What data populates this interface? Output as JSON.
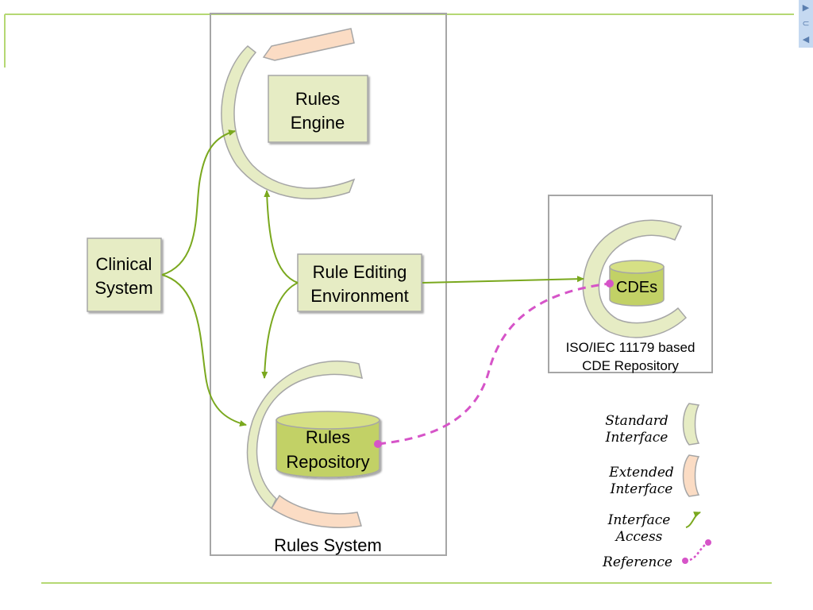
{
  "nodes": {
    "rules_engine": [
      "Rules",
      "Engine"
    ],
    "rule_editing": [
      "Rule Editing",
      "Environment"
    ],
    "clinical_system": [
      "Clinical",
      "System"
    ],
    "rules_repository": [
      "Rules",
      "Repository"
    ],
    "cdes": "CDEs"
  },
  "containers": {
    "rules_system": "Rules System",
    "cde_repository": [
      "ISO/IEC 11179 based",
      "CDE Repository"
    ]
  },
  "legend": {
    "standard_interface": [
      "Standard",
      "Interface"
    ],
    "extended_interface": [
      "Extended",
      "Interface"
    ],
    "interface_access": [
      "Interface",
      "Access"
    ],
    "reference": "Reference"
  },
  "colors": {
    "box_fill": "#e6ecc4",
    "standard_interface": "#e6ecc4",
    "extended_interface": "#fbdcc4",
    "database": "#c2d166",
    "arrow": "#7aa81e",
    "reference": "#d654c8",
    "frame": "#a6a6a6",
    "accent_line": "#b5d873"
  },
  "nav": {
    "up_icon": "▲",
    "return_icon": "↺",
    "down_icon": "▼"
  }
}
